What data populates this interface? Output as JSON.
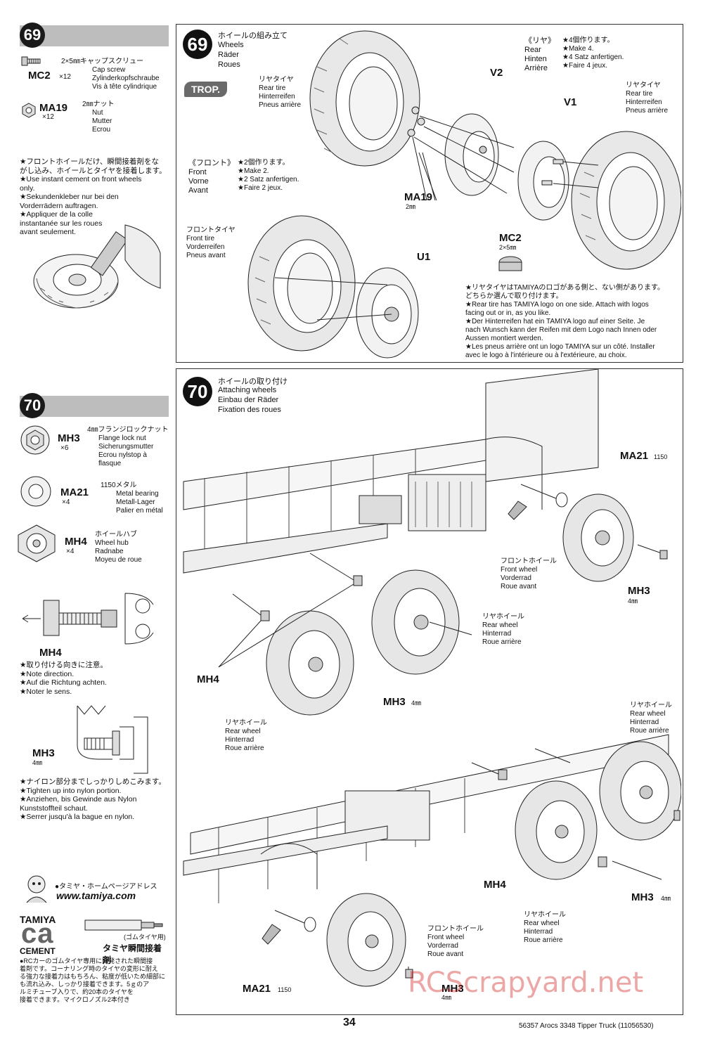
{
  "left_col": {
    "step69_num": "69",
    "cap_screw_spec": "2×5㎜キャップスクリュー",
    "cap_screw_en": "Cap screw",
    "cap_screw_de": "Zylinderkopfschraube",
    "cap_screw_fr": "Vis à tête cylindrique",
    "mc2_code": "MC2",
    "mc2_qty": "×12",
    "ma19_code": "MA19",
    "ma19_qty": "×12",
    "nut_spec": "2㎜ナット",
    "nut_en": "Nut",
    "nut_de": "Mutter",
    "nut_fr": "Ecrou",
    "cement_note": [
      "★フロントホイールだけ、瞬間接着剤をな",
      "がし込み、ホイールとタイヤを接着します。",
      "★Use instant cement on front wheels",
      "only.",
      "★Sekundenkleber nur bei den",
      "Vorderrädern auftragen.",
      "★Appliquer de la colle",
      "instantanée sur les roues",
      "avant seulement."
    ],
    "step70_num": "70",
    "mh3_spec": "4㎜フランジロックナット",
    "mh3_en": "Flange lock nut",
    "mh3_de": "Sicherungsmutter",
    "mh3_fr1": "Ecrou nylstop à",
    "mh3_fr2": "flasque",
    "mh3_code": "MH3",
    "mh3_qty": "×6",
    "ma21_spec": "1150メタル",
    "ma21_en": "Metal bearing",
    "ma21_de": "Metall-Lager",
    "ma21_fr": "Palier en métal",
    "ma21_code": "MA21",
    "ma21_qty": "×4",
    "mh4_spec": "ホイールハブ",
    "mh4_en": "Wheel hub",
    "mh4_de": "Radnabe",
    "mh4_fr": "Moyeu de roue",
    "mh4_code": "MH4",
    "mh4_qty": "×4",
    "mh4_diagram_label": "MH4",
    "direction_note": [
      "★取り付ける向きに注意。",
      "★Note direction.",
      "★Auf die Richtung achten.",
      "★Noter le sens."
    ],
    "mh3_diagram_label": "MH3",
    "mh3_diagram_size": "4㎜",
    "tighten_note": [
      "★ナイロン部分までしっかりしめこみます。",
      "★Tighten up into nylon portion.",
      "★Anziehen, bis Gewinde aus Nylon",
      "Kunststoffteil schaut.",
      "★Serrer jusqu'à la bague en nylon."
    ],
    "homepage_label": "●タミヤ・ホームページアドレス",
    "homepage_url": "www.tamiya.com",
    "cement_brand1": "TAMIYA",
    "cement_brand2": "ca",
    "cement_brand3": "CEMENT",
    "cement_rubber": "(ゴムタイヤ用)",
    "cement_name": "タミヤ瞬間接着剤",
    "cement_desc": [
      "●RCカーのゴムタイヤ専用に開発された瞬間接",
      "着剤です。コーナリング時のタイヤの変形に耐え",
      "る強力な接着力はもちろん、粘度が低いため細部に",
      "も流れ込み、しっかり接着できます。5ｇのア",
      "ルミチューブ入りで、約20本のタイヤを",
      "接着できます。マイクロノズル2本付き"
    ]
  },
  "step69": {
    "num": "69",
    "title_jp": "ホイールの組み立て",
    "title_en": "Wheels",
    "title_de": "Räder",
    "title_fr": "Roues",
    "trop_label": "TROP.",
    "rear_tire_tl": [
      "リヤタイヤ",
      "Rear tire",
      "Hinterreifen",
      "Pneus arrière"
    ],
    "front_block": [
      "《フロント》",
      "Front",
      "Vorne",
      "Avant"
    ],
    "front_make": [
      "★2個作ります。",
      "★Make 2.",
      "★2 Satz anfertigen.",
      "★Faire 2 jeux."
    ],
    "rear_block": [
      "《リヤ》",
      "Rear",
      "Hinten",
      "Arrière"
    ],
    "rear_make": [
      "★4個作ります。",
      "★Make 4.",
      "★4 Satz anfertigen.",
      "★Faire 4 jeux."
    ],
    "rear_tire_tr": [
      "リヤタイヤ",
      "Rear tire",
      "Hinterreifen",
      "Pneus arrière"
    ],
    "front_tire": [
      "フロントタイヤ",
      "Front tire",
      "Vorderreifen",
      "Pneus avant"
    ],
    "v2": "V2",
    "v1": "V1",
    "u1": "U1",
    "ma19": "MA19",
    "ma19_size": "2㎜",
    "mc2": "MC2",
    "mc2_size": "2×5㎜",
    "logo_note": [
      "★リヤタイヤはTAMIYAのロゴがある側と、ない側があります。",
      "どちらか選んで取り付けます。",
      "★Rear tire has TAMIYA logo on one side. Attach with logos",
      "facing out or in, as you like.",
      "★Der Hinterreifen hat ein TAMIYA logo auf einer Seite. Je",
      "nach Wunsch kann der Reifen mit dem Logo nach Innen oder",
      "Aussen montiert werden.",
      "★Les pneus arrière ont un logo TAMIYA sur un côté. Installer",
      "avec le logo à l'intérieure ou à l'extérieure, au choix."
    ]
  },
  "step70": {
    "num": "70",
    "title_jp": "ホイールの取り付け",
    "title_en": "Attaching wheels",
    "title_de": "Einbau der Räder",
    "title_fr": "Fixation des roues",
    "ma21_top": "MA21",
    "ma21_top_size": "1150",
    "front_wheel_top": [
      "フロントホイール",
      "Front wheel",
      "Vorderrad",
      "Roue avant"
    ],
    "mh3_top": "MH3",
    "mh3_top_size": "4㎜",
    "rear_wheel_mid": [
      "リヤホイール",
      "Rear wheel",
      "Hinterrad",
      "Roue arrière"
    ],
    "mh4_left": "MH4",
    "mh3_mid": "MH3",
    "mh3_mid_size": "4㎜",
    "rear_wheel_left": [
      "リヤホイール",
      "Rear wheel",
      "Hinterrad",
      "Roue arrière"
    ],
    "rear_wheel_right": [
      "リヤホイール",
      "Rear wheel",
      "Hinterrad",
      "Roue arrière"
    ],
    "mh4_lower": "MH4",
    "mh3_lower": "MH3",
    "mh3_lower_size": "4㎜",
    "rear_wheel_lower": [
      "リヤホイール",
      "Rear wheel",
      "Hinterrad",
      "Roue arrière"
    ],
    "front_wheel_lower": [
      "フロントホイール",
      "Front wheel",
      "Vorderrad",
      "Roue avant"
    ],
    "ma21_bottom": "MA21",
    "ma21_bottom_size": "1150",
    "mh3_bottom": "MH3",
    "mh3_bottom_size": "4㎜"
  },
  "footer": {
    "page_number": "34",
    "product": "56357 Arocs 3348 Tipper Truck (11056530)",
    "watermark": "RCScrapyard.net"
  }
}
